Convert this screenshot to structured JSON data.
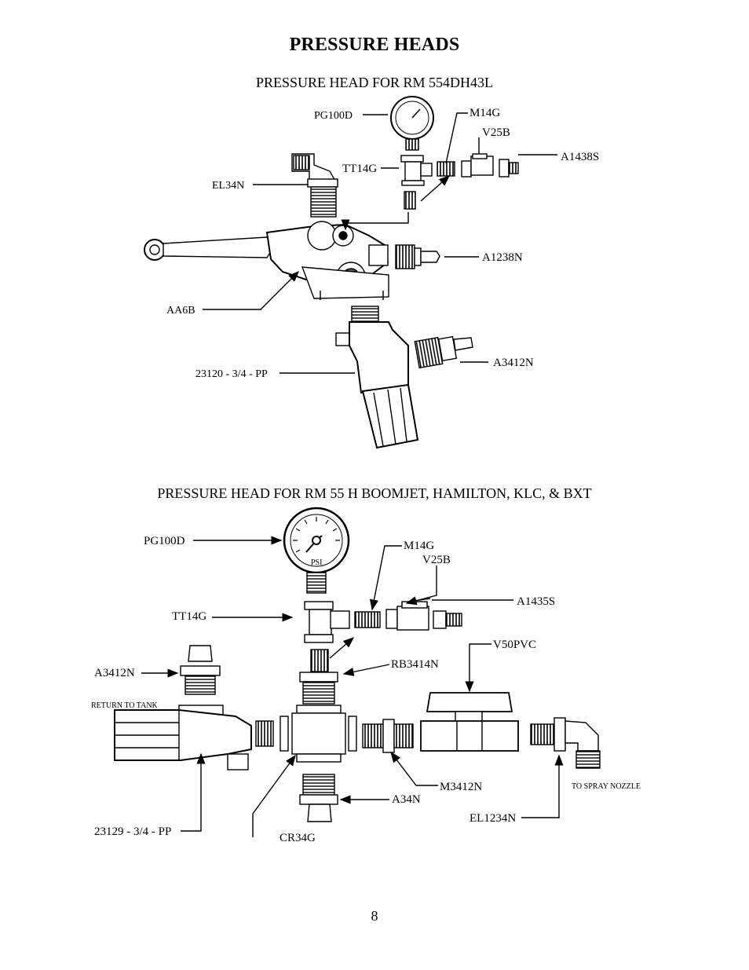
{
  "page": {
    "title": "PRESSURE HEADS",
    "page_number": "8"
  },
  "diagram1": {
    "title": "PRESSURE HEAD FOR RM 554DH43L",
    "labels": {
      "pg100d": "PG100D",
      "m14g": "M14G",
      "v25b": "V25B",
      "a1438s": "A1438S",
      "tt14g": "TT14G",
      "el34n": "EL34N",
      "a1238n": "A1238N",
      "aa6b": "AA6B",
      "a3412n": "A3412N",
      "pump": "23120 - 3/4 - PP"
    }
  },
  "diagram2": {
    "title": "PRESSURE HEAD FOR RM 55 H BOOMJET, HAMILTON, KLC, & BXT",
    "labels": {
      "pg100d": "PG100D",
      "m14g": "M14G",
      "v25b": "V25B",
      "a1435s": "A1435S",
      "tt14g": "TT14G",
      "v50pvc": "V50PVC",
      "a3412n": "A3412N",
      "rb3414n": "RB3414N",
      "return": "RETURN TO TANK",
      "spray": "TO SPRAY NOZZLE",
      "m3412n": "M3412N",
      "a34n": "A34N",
      "el1234n": "EL1234N",
      "pump": "23129 - 3/4 - PP",
      "cr34g": "CR34G",
      "gauge_psi": "PSI"
    }
  }
}
